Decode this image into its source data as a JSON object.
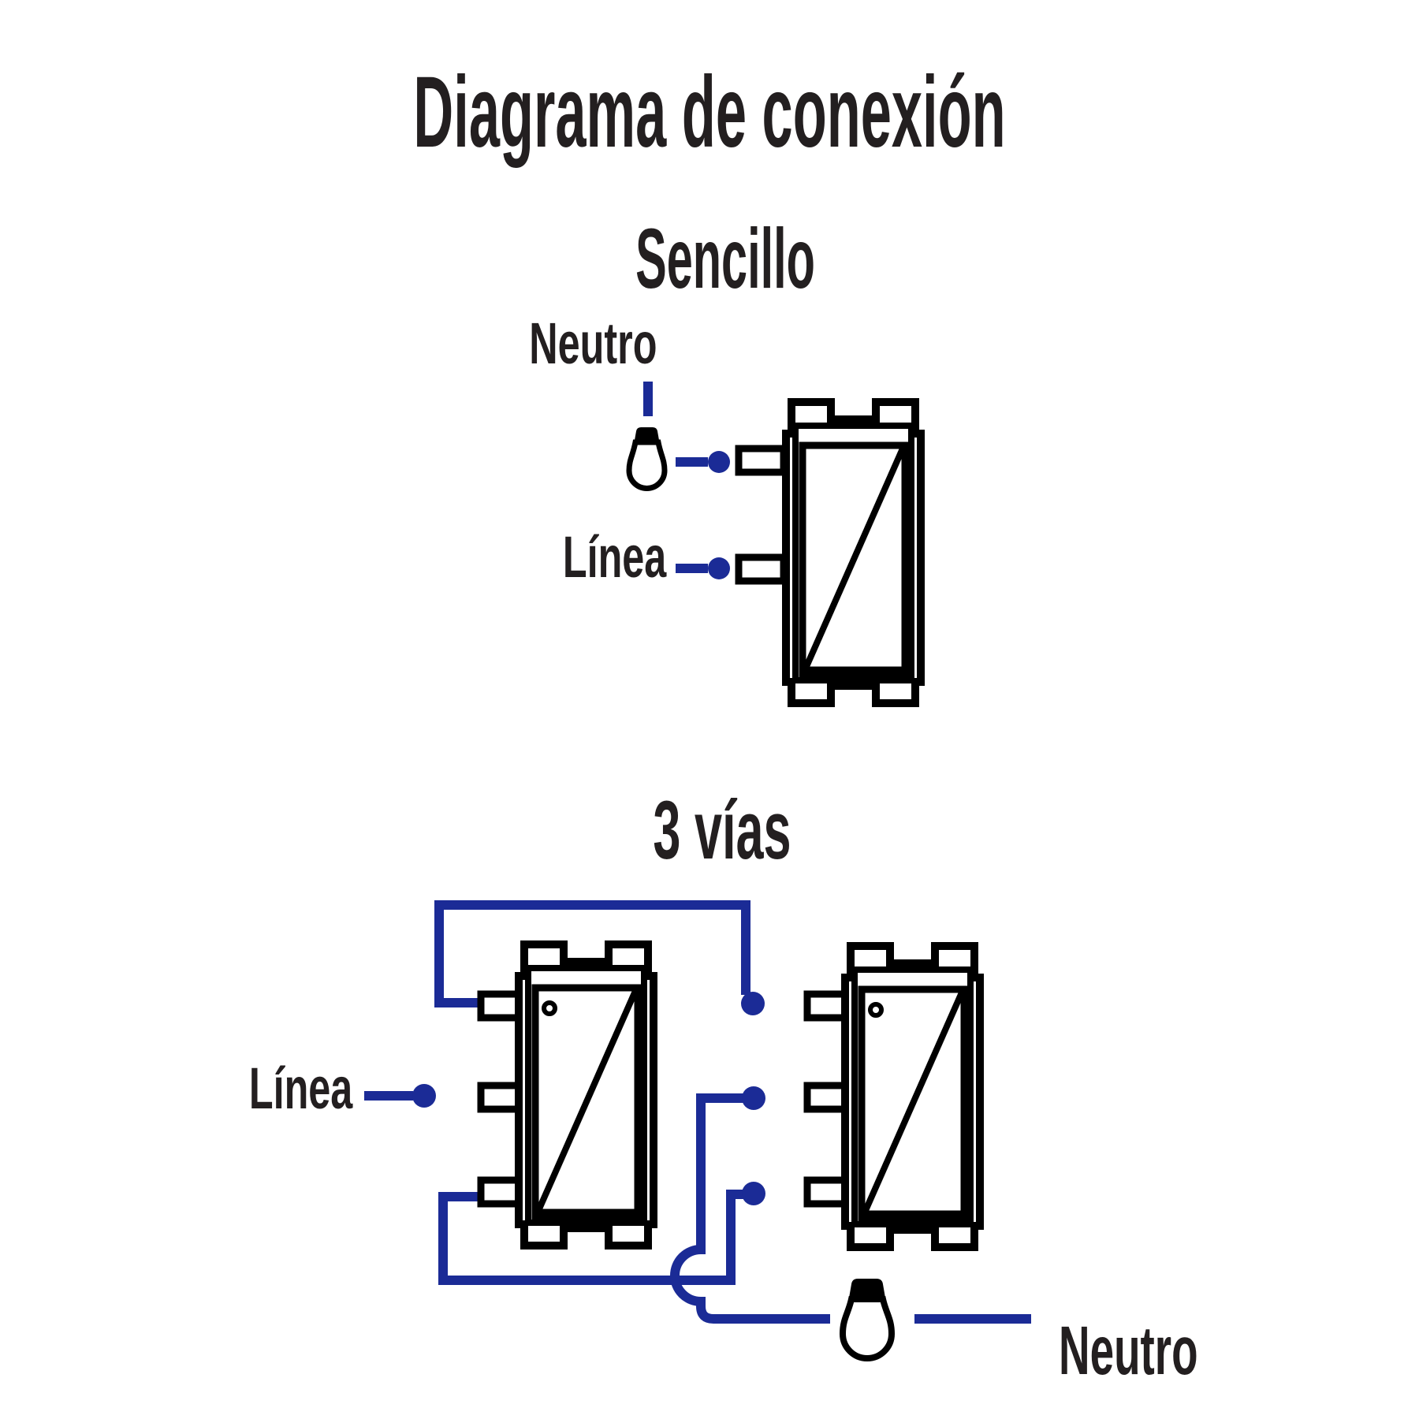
{
  "title": "Diagrama de conexión",
  "sections": {
    "sencillo": {
      "title": "Sencillo",
      "labels": {
        "neutro": "Neutro",
        "linea": "Línea"
      }
    },
    "tres_vias": {
      "title": "3 vías",
      "labels": {
        "linea": "Línea",
        "neutro": "Neutro"
      }
    }
  },
  "colors": {
    "wire_blue": "#1b2b96",
    "outline_black": "#000000",
    "text_black": "#231f20",
    "background": "#ffffff"
  }
}
